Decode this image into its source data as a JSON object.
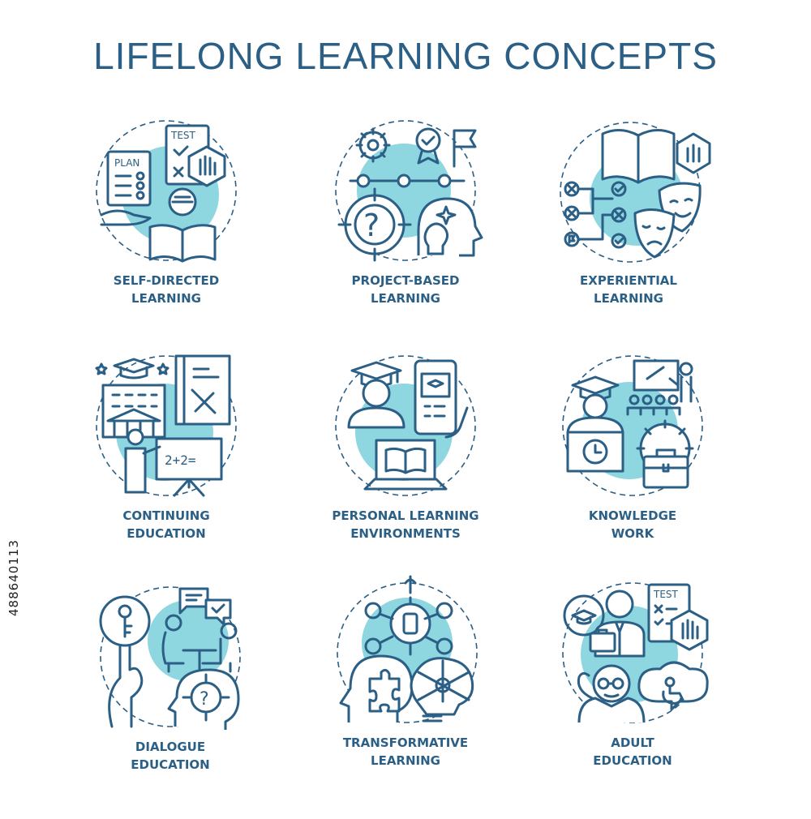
{
  "title": "LIFELONG LEARNING CONCEPTS",
  "side_id": "488640113",
  "accent_color": "#2b5f85",
  "fill_color": "#8ed6e0",
  "concepts": [
    {
      "label": "SELF-DIRECTED\nLEARNING",
      "icon": "self-directed-learning-icon",
      "badge1": "PLAN",
      "badge2": "TEST"
    },
    {
      "label": "PROJECT-BASED\nLEARNING",
      "icon": "project-based-learning-icon",
      "badge1": "?"
    },
    {
      "label": "EXPERIENTIAL\nLEARNING",
      "icon": "experiential-learning-icon"
    },
    {
      "label": "CONTINUING\nEDUCATION",
      "icon": "continuing-education-icon",
      "badge1": "2+2="
    },
    {
      "label": "PERSONAL LEARNING\nENVIRONMENTS",
      "icon": "personal-learning-environments-icon"
    },
    {
      "label": "KNOWLEDGE\nWORK",
      "icon": "knowledge-work-icon"
    },
    {
      "label": "DIALOGUE\nEDUCATION",
      "icon": "dialogue-education-icon",
      "badge1": "?"
    },
    {
      "label": "TRANSFORMATIVE\nLEARNING",
      "icon": "transformative-learning-icon"
    },
    {
      "label": "ADULT\nEDUCATION",
      "icon": "adult-education-icon",
      "badge1": "TEST"
    }
  ]
}
